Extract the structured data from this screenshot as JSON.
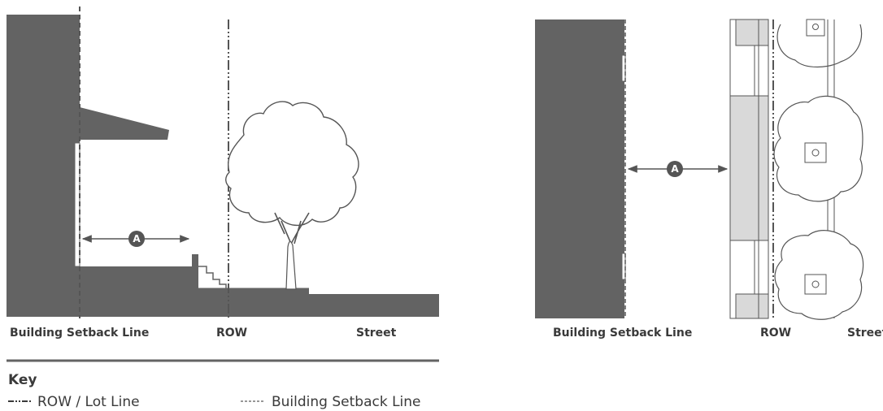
{
  "section_view": {
    "labels": {
      "setback": "Building Setback Line",
      "row": "ROW",
      "street": "Street"
    },
    "dimension_badge": "A"
  },
  "plan_view": {
    "labels": {
      "setback": "Building Setback Line",
      "row": "ROW",
      "street": "Street"
    },
    "dimension_badge": "A"
  },
  "key": {
    "title": "Key",
    "items": [
      {
        "symbol": "-··-",
        "label": "ROW / Lot Line"
      },
      {
        "symbol": "-----",
        "label": "Building Setback Line"
      }
    ]
  },
  "colors": {
    "building": "#636363",
    "ground": "#636363",
    "sidewalk": "#d9d9d9",
    "text": "#3a3a3a",
    "line": "#555555"
  }
}
